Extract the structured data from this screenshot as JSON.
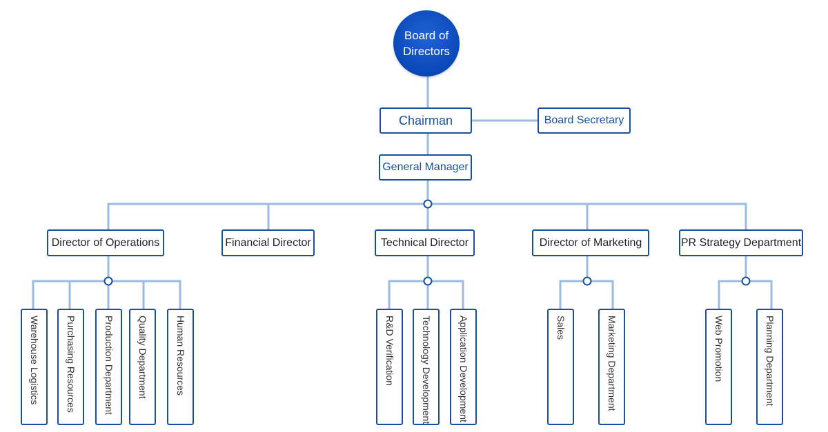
{
  "colors": {
    "line": "#9bbbe3",
    "box_border": "#1a4f9c",
    "root_fill": "#0b48b8",
    "junction_border": "#1a4f9c"
  },
  "root": {
    "line1": "Board of",
    "line2": "Directors"
  },
  "level1": {
    "chairman": "Chairman",
    "secretary": "Board Secretary"
  },
  "level2": {
    "general_manager": "General Manager"
  },
  "directors": [
    "Director of Operations",
    "Financial Director",
    "Technical Director",
    "Director of Marketing",
    "PR Strategy Department"
  ],
  "operations_depts": [
    "Warehouse Logistics",
    "Purchasing Resources",
    "Production Department",
    "Quality Department",
    "Human Resources"
  ],
  "technical_depts": [
    "R&D Verification",
    "Technology Development",
    "Application Development"
  ],
  "marketing_depts": [
    "Sales",
    "Marketing Department"
  ],
  "pr_depts": [
    "Web Promotion",
    "Planning Department"
  ]
}
